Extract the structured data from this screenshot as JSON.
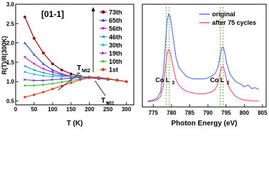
{
  "chart_data": [
    {
      "type": "line",
      "title": "[01-1]",
      "xlabel": "T (K)",
      "ylabel": "R(T)/R(300K)",
      "xlim": [
        0,
        320
      ],
      "ylim": [
        0.4,
        3.0
      ],
      "xticks": [
        0,
        50,
        100,
        150,
        200,
        250,
        300
      ],
      "yticks": [
        0.5,
        1.0,
        1.5,
        2.0,
        2.5,
        3.0
      ],
      "ytick_labels": [
        "0.5",
        "1.0",
        "1.5",
        "2.0",
        "2.5",
        "3.0"
      ],
      "grid": false,
      "legend_position": "top-right",
      "annotations": [
        {
          "text": "T",
          "sub": "MI2",
          "points_to": [
            {
              "x": 165,
              "y": 1.22
            },
            {
              "x": 115,
              "y": 0.78
            }
          ]
        },
        {
          "text": "T",
          "sub": "MI1",
          "points_to": [
            {
              "x": 215,
              "y": 1.02
            }
          ]
        }
      ],
      "series": [
        {
          "name": "73th",
          "color": "#8b0000",
          "marker": "circle",
          "x": [
            25,
            50,
            75,
            100,
            125,
            150,
            175,
            200,
            225,
            250,
            275,
            300
          ],
          "y": [
            2.67,
            2.12,
            1.74,
            1.46,
            1.3,
            1.2,
            1.14,
            1.1,
            1.08,
            1.06,
            1.04,
            1.0
          ]
        },
        {
          "name": "65th",
          "color": "#1e3fd6",
          "marker": "triangle-up",
          "x": [
            25,
            50,
            75,
            100,
            125,
            150,
            175,
            200,
            225,
            250,
            275,
            300
          ],
          "y": [
            2.0,
            1.7,
            1.46,
            1.3,
            1.2,
            1.14,
            1.12,
            1.1,
            1.08,
            1.06,
            1.04,
            1.0
          ]
        },
        {
          "name": "56th",
          "color": "#c81ec8",
          "marker": "triangle-down",
          "x": [
            25,
            50,
            75,
            100,
            125,
            150,
            175,
            200,
            225,
            250,
            275,
            300
          ],
          "y": [
            1.63,
            1.46,
            1.33,
            1.24,
            1.18,
            1.14,
            1.12,
            1.11,
            1.09,
            1.07,
            1.04,
            1.0
          ]
        },
        {
          "name": "46th",
          "color": "#1fa29a",
          "marker": "triangle-left",
          "x": [
            25,
            50,
            75,
            100,
            125,
            150,
            175,
            200,
            225,
            250,
            275,
            300
          ],
          "y": [
            1.4,
            1.3,
            1.23,
            1.18,
            1.15,
            1.13,
            1.12,
            1.11,
            1.09,
            1.07,
            1.04,
            1.0
          ]
        },
        {
          "name": "30th",
          "color": "#2ab7e8",
          "marker": "diamond",
          "x": [
            25,
            50,
            75,
            100,
            125,
            150,
            175,
            200,
            225,
            250,
            275,
            300
          ],
          "y": [
            1.25,
            1.19,
            1.15,
            1.13,
            1.13,
            1.13,
            1.13,
            1.12,
            1.1,
            1.07,
            1.04,
            1.0
          ]
        },
        {
          "name": "19th",
          "color": "#7a2fbf",
          "marker": "triangle-right",
          "x": [
            25,
            50,
            75,
            100,
            125,
            150,
            175,
            200,
            225,
            250,
            275,
            300
          ],
          "y": [
            1.05,
            1.03,
            1.03,
            1.05,
            1.07,
            1.09,
            1.11,
            1.12,
            1.11,
            1.08,
            1.04,
            1.0
          ]
        },
        {
          "name": "10th",
          "color": "#2fbf2f",
          "marker": "star",
          "x": [
            25,
            50,
            75,
            100,
            125,
            150,
            175,
            200,
            225,
            250,
            275,
            300
          ],
          "y": [
            0.9,
            0.9,
            0.92,
            0.95,
            0.99,
            1.03,
            1.07,
            1.1,
            1.1,
            1.08,
            1.04,
            1.0
          ]
        },
        {
          "name": "1st",
          "color": "#e83a1e",
          "marker": "hexagon",
          "x": [
            25,
            50,
            75,
            100,
            125,
            150,
            175,
            200,
            225,
            250,
            275,
            300
          ],
          "y": [
            0.6,
            0.66,
            0.73,
            0.81,
            0.89,
            0.97,
            1.05,
            1.1,
            1.1,
            1.07,
            1.03,
            1.0
          ]
        }
      ]
    },
    {
      "type": "line",
      "xlabel": "Photon Energy (eV)",
      "xlim": [
        772,
        806
      ],
      "xticks": [
        775,
        780,
        785,
        790,
        795,
        800,
        805
      ],
      "grid": false,
      "legend_position": "top-right",
      "annotations": [
        {
          "label": "Co L",
          "sub": "3",
          "x": 779
        },
        {
          "label": "Co L",
          "sub": "2",
          "x": 794
        }
      ],
      "series": [
        {
          "name": "original",
          "color": "#4f6fe0",
          "x": [
            773.5,
            775,
            776,
            777,
            777.8,
            778.4,
            778.8,
            779.2,
            779.6,
            780,
            780.6,
            781.2,
            782,
            783,
            784,
            785,
            786,
            787,
            788,
            789,
            790,
            791,
            792,
            792.8,
            793.3,
            793.8,
            794.2,
            794.6,
            795.2,
            796,
            797,
            798,
            799,
            800,
            801,
            802,
            803,
            804
          ],
          "y": [
            0.02,
            0.03,
            0.05,
            0.12,
            0.35,
            0.7,
            0.92,
            1.0,
            0.98,
            0.88,
            0.7,
            0.52,
            0.4,
            0.35,
            0.3,
            0.28,
            0.27,
            0.27,
            0.27,
            0.27,
            0.28,
            0.3,
            0.33,
            0.4,
            0.52,
            0.62,
            0.63,
            0.57,
            0.44,
            0.33,
            0.27,
            0.23,
            0.21,
            0.18,
            0.2,
            0.16,
            0.17,
            0.15
          ]
        },
        {
          "name": "after 75 cycles",
          "color": "#e8506e",
          "x": [
            773.5,
            775,
            776,
            777,
            777.8,
            778.4,
            778.8,
            779.2,
            779.6,
            780,
            780.6,
            781.2,
            782,
            783,
            784,
            785,
            786,
            787,
            788,
            789,
            790,
            791,
            792,
            792.8,
            793.3,
            793.8,
            794.2,
            794.6,
            795.2,
            796,
            797,
            798,
            799,
            800,
            801,
            802,
            803,
            804
          ],
          "y": [
            0.01,
            0.02,
            0.03,
            0.07,
            0.2,
            0.42,
            0.55,
            0.6,
            0.58,
            0.5,
            0.38,
            0.27,
            0.2,
            0.16,
            0.13,
            0.12,
            0.11,
            0.1,
            0.1,
            0.1,
            0.11,
            0.12,
            0.15,
            0.22,
            0.33,
            0.4,
            0.41,
            0.36,
            0.25,
            0.16,
            0.1,
            0.06,
            0.04,
            0.03,
            0.03,
            0.02,
            0.02,
            0.02
          ]
        }
      ]
    }
  ]
}
